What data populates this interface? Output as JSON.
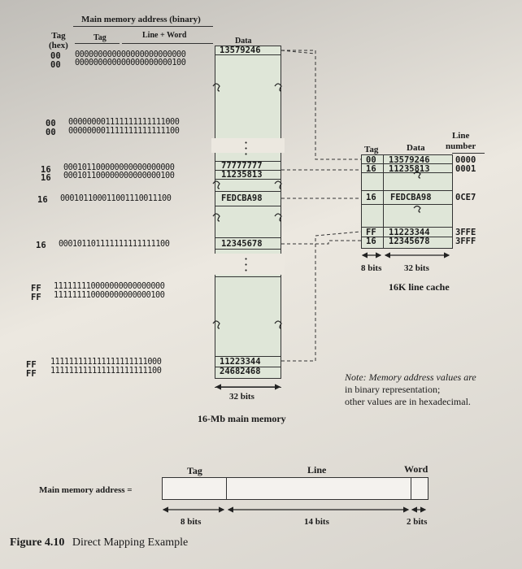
{
  "main_memory": {
    "header_title": "Main memory address (binary)",
    "tag_hex_label": [
      "Tag",
      "(hex)"
    ],
    "tag_label": "Tag",
    "line_word_label": "Line + Word",
    "data_label": "Data",
    "rows": [
      {
        "tag": "00",
        "address": "000000000000000000000000",
        "data": "13579246"
      },
      {
        "tag": "00",
        "address": "000000000000000000000100",
        "data": ""
      },
      {
        "tag": "00",
        "address": "000000001111111111111000",
        "data": ""
      },
      {
        "tag": "00",
        "address": "000000001111111111111100",
        "data": ""
      },
      {
        "tag": "16",
        "address": "000101100000000000000000",
        "data": "77777777"
      },
      {
        "tag": "16",
        "address": "000101100000000000000100",
        "data": "11235813"
      },
      {
        "tag": "16",
        "address": "000101100011001110011100",
        "data": "FEDCBA98"
      },
      {
        "tag": "16",
        "address": "000101101111111111111100",
        "data": "12345678"
      },
      {
        "tag": "FF",
        "address": "111111110000000000000000",
        "data": ""
      },
      {
        "tag": "FF",
        "address": "111111110000000000000100",
        "data": ""
      },
      {
        "tag": "FF",
        "address": "111111111111111111111000",
        "data": "11223344"
      },
      {
        "tag": "FF",
        "address": "111111111111111111111100",
        "data": "24682468"
      }
    ],
    "width_label": "32 bits",
    "caption": "16-Mb main memory"
  },
  "cache": {
    "tag_label": "Tag",
    "data_label": "Data",
    "line_number_label": [
      "Line",
      "number"
    ],
    "rows": [
      {
        "tag": "00",
        "data": "13579246",
        "line": "0000"
      },
      {
        "tag": "16",
        "data": "11235813",
        "line": "0001"
      },
      {
        "tag": "16",
        "data": "FEDCBA98",
        "line": "0CE7"
      },
      {
        "tag": "FF",
        "data": "11223344",
        "line": "3FFE"
      },
      {
        "tag": "16",
        "data": "12345678",
        "line": "3FFF"
      }
    ],
    "tag_width_label": "8 bits",
    "data_width_label": "32 bits",
    "caption": "16K line cache"
  },
  "note": {
    "lines": [
      "Note: Memory address values are",
      "in binary representation;",
      "other values are in hexadecimal."
    ]
  },
  "address_format": {
    "label": "Main memory address =",
    "fields": [
      {
        "name": "Tag",
        "bits": "8 bits"
      },
      {
        "name": "Line",
        "bits": "14 bits"
      },
      {
        "name": "Word",
        "bits": "2 bits"
      }
    ]
  },
  "figure": {
    "number": "Figure 4.10",
    "title": "Direct Mapping Example"
  }
}
